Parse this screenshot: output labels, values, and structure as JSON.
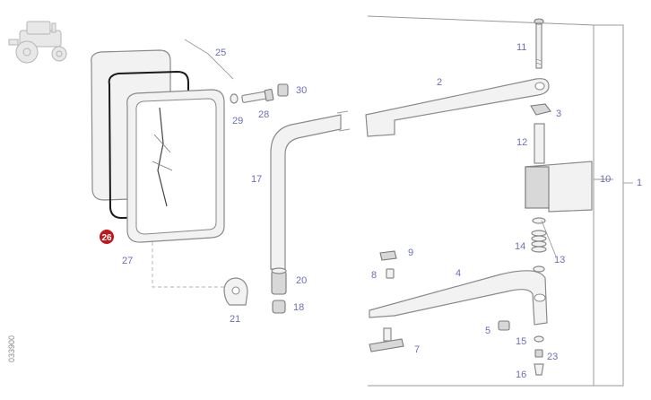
{
  "colors": {
    "label": "#6b6fb8",
    "highlight_badge": "#c0161c",
    "part_stroke": "#8a8a8a"
  },
  "icons": {
    "tractor": "tractor-icon",
    "badge": "highlight-badge-icon"
  },
  "diagram": {
    "reference_code": "033900",
    "highlighted_part": "26",
    "labels": {
      "p1": "1",
      "p2": "2",
      "p3": "3",
      "p4": "4",
      "p5": "5",
      "p7": "7",
      "p8": "8",
      "p9": "9",
      "p10": "10",
      "p11": "11",
      "p12": "12",
      "p13": "13",
      "p14": "14",
      "p15": "15",
      "p16": "16",
      "p17": "17",
      "p18": "18",
      "p20": "20",
      "p21": "21",
      "p23": "23",
      "p25": "25",
      "p27": "27",
      "p28": "28",
      "p29": "29",
      "p30": "30"
    }
  }
}
